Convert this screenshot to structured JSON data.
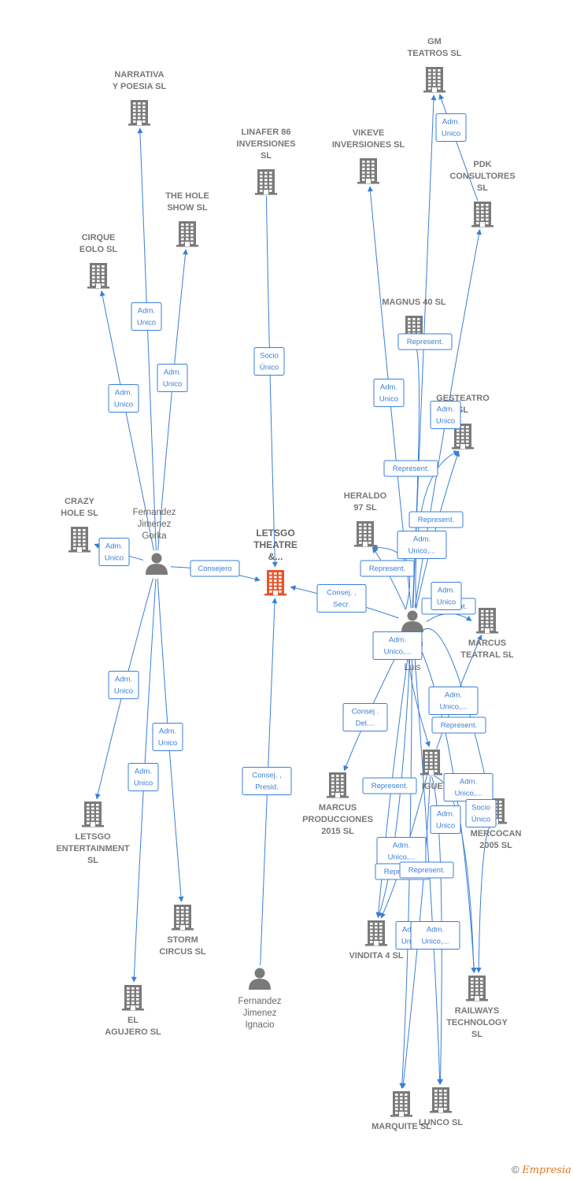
{
  "colors": {
    "edge": "#3a7fd5",
    "company": "#7a7a7a",
    "center": "#e8552b",
    "person": "#7a7a7a",
    "text": "#777777"
  },
  "center": {
    "id": "letsgo",
    "lines": [
      "LETSGO",
      "THEATRE",
      "&..."
    ]
  },
  "companies": [
    {
      "id": "narrativa",
      "lines": [
        "NARRATIVA",
        "Y POESIA SL"
      ]
    },
    {
      "id": "linafer",
      "lines": [
        "LINAFER 86",
        "INVERSIONES",
        "SL"
      ]
    },
    {
      "id": "holeshow",
      "lines": [
        "THE HOLE",
        "SHOW SL"
      ]
    },
    {
      "id": "cirque",
      "lines": [
        "CIRQUE",
        "EOLO SL"
      ]
    },
    {
      "id": "crazy",
      "lines": [
        "CRAZY",
        "HOLE SL"
      ]
    },
    {
      "id": "gmteatros",
      "lines": [
        "GM",
        "TEATROS  SL"
      ]
    },
    {
      "id": "vikeve",
      "lines": [
        "VIKEVE",
        "INVERSIONES SL"
      ]
    },
    {
      "id": "pdk",
      "lines": [
        "PDK",
        "CONSULTORES",
        "SL"
      ]
    },
    {
      "id": "magnus",
      "lines": [
        "MAGNUS 40  SL"
      ]
    },
    {
      "id": "gesteatro",
      "lines": [
        "GESTEATRO",
        "SL"
      ]
    },
    {
      "id": "heraldo",
      "lines": [
        "HERALDO",
        "97  SL"
      ]
    },
    {
      "id": "marcusteatral",
      "lines": [
        "MARCUS",
        "TEATRAL  SL"
      ]
    },
    {
      "id": "marcusprod",
      "lines": [
        "MARCUS",
        "PRODUCCIONES",
        "2015  SL"
      ]
    },
    {
      "id": "igues",
      "lines": [
        "IGUES"
      ]
    },
    {
      "id": "mercocan",
      "lines": [
        "MERCOCAN",
        "2005  SL"
      ]
    },
    {
      "id": "letsgoent",
      "lines": [
        "LETSGO",
        "ENTERTAINMENT",
        "SL"
      ]
    },
    {
      "id": "storm",
      "lines": [
        "STORM",
        "CIRCUS SL"
      ]
    },
    {
      "id": "agujero",
      "lines": [
        "EL",
        "AGUJERO SL"
      ]
    },
    {
      "id": "vindita",
      "lines": [
        "VINDITA 4  SL"
      ]
    },
    {
      "id": "railways",
      "lines": [
        "RAILWAYS",
        "TECHNOLOGY",
        "SL"
      ]
    },
    {
      "id": "marquite",
      "lines": [
        "MARQUITE  SL"
      ]
    },
    {
      "id": "lunco",
      "lines": [
        "LUNCO  SL"
      ]
    }
  ],
  "persons": [
    {
      "id": "gorka",
      "lines": [
        "Fernandez",
        "Jimenez",
        "Gorka"
      ]
    },
    {
      "id": "luis",
      "lines": [
        "...lubi",
        "...te",
        "Luis"
      ]
    },
    {
      "id": "ignacio",
      "lines": [
        "Fernandez",
        "Jimenez",
        "Ignacio"
      ]
    }
  ],
  "edges": [
    {
      "from": "gorka",
      "to": "narrativa",
      "label": [
        "Adm.",
        "Unico"
      ]
    },
    {
      "from": "gorka",
      "to": "holeshow",
      "label": [
        "Adm.",
        "Unico"
      ]
    },
    {
      "from": "gorka",
      "to": "cirque",
      "label": [
        "Adm.",
        "Unico"
      ]
    },
    {
      "from": "gorka",
      "to": "crazy",
      "label": [
        "Adm.",
        "Unico"
      ]
    },
    {
      "from": "gorka",
      "to": "letsgo",
      "label": [
        "Consejero"
      ]
    },
    {
      "from": "gorka",
      "to": "letsgoent",
      "label": [
        "Adm.",
        "Unico"
      ]
    },
    {
      "from": "gorka",
      "to": "storm",
      "label": [
        "Adm.",
        "Unico"
      ]
    },
    {
      "from": "gorka",
      "to": "agujero",
      "label": [
        "Adm.",
        "Unico"
      ]
    },
    {
      "from": "linafer",
      "to": "letsgo",
      "label": [
        "Socio",
        "Único"
      ]
    },
    {
      "from": "ignacio",
      "to": "letsgo",
      "label": [
        "Consej. ,",
        "Presid."
      ]
    },
    {
      "from": "luis",
      "to": "letsgo",
      "label": [
        "Consej. ,",
        "Secr."
      ]
    },
    {
      "from": "pdk",
      "to": "gmteatros",
      "label": [
        "Adm.",
        "Unico"
      ]
    },
    {
      "from": "luis",
      "to": "gmteatros",
      "label": []
    },
    {
      "from": "luis",
      "to": "vikeve",
      "label": [
        "Adm.",
        "Unico"
      ]
    },
    {
      "from": "luis",
      "to": "pdk",
      "label": [
        "Adm.",
        "Unico"
      ]
    },
    {
      "from": "luis",
      "to": "magnus",
      "label": [
        "Represent."
      ]
    },
    {
      "from": "luis",
      "to": "gesteatro",
      "label": [
        "Represent."
      ]
    },
    {
      "from": "luis",
      "to": "gesteatro",
      "label": [
        "Represent."
      ]
    },
    {
      "from": "luis",
      "to": "heraldo",
      "label": [
        "Adm.",
        "Unico,..."
      ]
    },
    {
      "from": "luis",
      "to": "heraldo",
      "label": [
        "Represent."
      ]
    },
    {
      "from": "luis",
      "to": "marcusteatral",
      "label": [
        "Represent."
      ]
    },
    {
      "from": "igues",
      "to": "marcusteatral",
      "label": [
        "Adm.",
        "Unico,..."
      ]
    },
    {
      "from": "luis",
      "to": "marcusprod",
      "label": [
        "Consej .",
        "Del...."
      ]
    },
    {
      "from": "luis",
      "to": "railways",
      "label": [
        "Represent."
      ]
    },
    {
      "from": "igues",
      "to": "railways",
      "label": [
        "Adm.",
        "Unico,..."
      ]
    },
    {
      "from": "mercocan",
      "to": "railways",
      "label": [
        "Socio",
        "Único"
      ]
    },
    {
      "from": "luis",
      "to": "vindita",
      "label": [
        "Represent."
      ]
    },
    {
      "from": "luis",
      "to": "vindita",
      "label": [
        "Adm.",
        "Unico,..."
      ]
    },
    {
      "from": "igues",
      "to": "vindita",
      "label": [
        "Represent."
      ]
    },
    {
      "from": "luis",
      "to": "marquite",
      "label": [
        "Adm.",
        "Unico"
      ]
    },
    {
      "from": "luis",
      "to": "lunco",
      "label": [
        "Adm.",
        "Unico,..."
      ]
    },
    {
      "from": "igues",
      "to": "lunco",
      "label": [
        "Adm.",
        "Unico"
      ]
    },
    {
      "from": "igues",
      "to": "marquite",
      "label": [
        "Represent."
      ]
    },
    {
      "from": "luis",
      "to": "igues",
      "label": [
        "Adm.",
        "Unico,..."
      ]
    },
    {
      "from": "luis",
      "to": "mercocan",
      "label": [
        "Adm.",
        "Unico"
      ]
    }
  ],
  "footer": {
    "copyright": "©",
    "brand": "Empresia"
  }
}
